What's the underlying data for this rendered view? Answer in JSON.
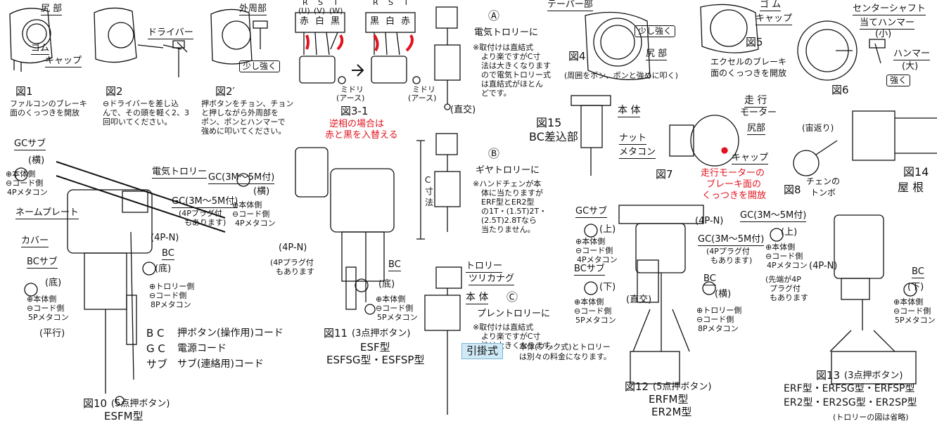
{
  "fig1": {
    "label": "図1",
    "lines": [
      "ファルコンのブレーキ",
      "面のくっつきを開放"
    ],
    "tag_back": "尻 部",
    "tag_rubber": "ゴム",
    "tag_cap": "キャップ"
  },
  "fig2": {
    "label": "図2",
    "lines": [
      "⊖ドライバーを差し込",
      "んで、その頭を軽く2、3",
      "回叩いてください。"
    ],
    "tag_driver": "ドライバー"
  },
  "fig2p": {
    "label": "図2′",
    "lines": [
      "押ボタンをチョン、チョン",
      "と押しながら外周部を",
      "ポン、ポンとハンマーで",
      "強めに叩いてください。"
    ],
    "tag_outer": "外周部",
    "tag_soft": "少し強く"
  },
  "fig3": {
    "label": "図3-1",
    "rst_left": [
      "R",
      "S",
      "T"
    ],
    "uvw": [
      "(U)",
      "(V)",
      "(W)"
    ],
    "colors_left": [
      "赤",
      "白",
      "黒"
    ],
    "rst_right": [
      "R",
      "S",
      "T"
    ],
    "colors_right": [
      "黒",
      "白",
      "赤"
    ],
    "earth1": "ミドリ",
    "earth2": "(アース)",
    "reverse": [
      "逆相の場合は",
      "赤と黒を入替える"
    ]
  },
  "fig4": {
    "label": "図4",
    "tag_taper": "テーパー部",
    "tag_soft": "少し強く",
    "tag_back": "尻 部",
    "note": "(周囲をポン、ポンと強めに叩く)"
  },
  "fig5": {
    "label": "図5",
    "tag_rubber": "ゴ ム",
    "tag_cap": "キャップ",
    "lines": [
      "エクセルのブレーキ",
      "面のくっつきを開放"
    ]
  },
  "fig6": {
    "label": "図6",
    "tag_shaft": "センターシャフト",
    "tag_hammer_small": "当てハンマー",
    "small": "(小)",
    "tag_hammer": "ハンマー",
    "large": "(大)",
    "tag_strong": "強く"
  },
  "trolleyA": {
    "mark": "Ⓐ",
    "title": "電気トロリーに",
    "lines": [
      "※取付けは直結式",
      "より楽ですがC寸",
      "法は大きくなります",
      "ので電気トロリー式",
      "は直結式がほとん",
      "どです。"
    ],
    "direct": "(直交)"
  },
  "trolleyB": {
    "mark": "Ⓑ",
    "title": "ギヤトロリーに",
    "lines": [
      "※ハンドチェンが本",
      "体に当たりますが",
      "ERF型とER2型",
      "の1T・(1.5T)2T・",
      "(2.5T)2.8Tなら",
      "当たりません。"
    ],
    "c_dim": [
      "C",
      "寸",
      "法"
    ]
  },
  "trolleyC": {
    "mark": "Ⓒ",
    "title": "プレントロリーに",
    "lines": [
      "※取付けは直結式",
      "より楽ですがC寸",
      "法は大きくなります。"
    ],
    "tag_trolley": "トロリー",
    "tag_hanger": "ツリカナグ",
    "tag_body": "本 体"
  },
  "hikikake": {
    "badge": "引掛式",
    "lines": [
      "本体(フック式)とトロリー",
      "は別々の料金になります。"
    ]
  },
  "fig15": {
    "label": "図15",
    "sub": "BC差込部",
    "tag_body": "本 体",
    "tag_nut": "ナット",
    "tag_metacon": "メタコン"
  },
  "fig7": {
    "label": "図7",
    "tag_travel": "走 行",
    "tag_motor": "モーター",
    "tag_back": "尻部",
    "tag_cap": "キャップ",
    "red": [
      "走行モーターの",
      "ブレーキ面の",
      "くっつきを開放"
    ]
  },
  "fig8": {
    "label": "図8",
    "sub1": "チェンの",
    "sub2": "トンボ",
    "note": "(宙返り)"
  },
  "fig14": {
    "label": "図14",
    "sub": "屋 根"
  },
  "fig10": {
    "label": "図10",
    "sub": "(5点押ボタン)",
    "model": "ESFM型",
    "gc_sub": "GCサブ",
    "horiz": "(横)",
    "plus_body": "⊕本体側",
    "minus_cord": "⊖コード側",
    "m4": "4Pメタコン",
    "e_trolley": "電気トロリー",
    "gc": "GC(3M～5M付)",
    "plug4_1": "(4Pプラグ付",
    "plug4_2": "もあります)",
    "nameplate": "ネームプレート",
    "cover": "カバー",
    "p4n": "(4P-N)",
    "bc": "BC",
    "bottom": "(底)",
    "plus_trolley": "⊕トロリー側",
    "m8": "8Pメタコン",
    "bc_sub": "BCサブ",
    "m5": "5Pメタコン",
    "parallel": "(平行)",
    "legend": [
      [
        "B C",
        "押ボタン(操作用)コード"
      ],
      [
        "G C",
        "電源コード"
      ],
      [
        "サブ",
        "サブ(連絡用)コード"
      ]
    ]
  },
  "fig11": {
    "label": "図11",
    "sub": "(3点押ボタン)",
    "model": "ESF型",
    "model2": "ESFSG型・ESFSP型",
    "gc": "GC(3M～5M付)",
    "horiz": "(横)",
    "plus_body": "⊕本体側",
    "minus_cord": "⊖コード側",
    "m4": "4Pメタコン",
    "p4n": "(4P-N)",
    "plug4_1": "(4Pプラグ付",
    "plug4_2": "もあります",
    "bc": "BC",
    "bottom": "(底)",
    "m5": "5Pメタコン"
  },
  "fig12": {
    "label": "図12",
    "sub": "(5点押ボタン)",
    "model": "ERFM型",
    "model2": "ER2M型",
    "gc_sub": "GCサブ",
    "up": "(上)",
    "plus_body": "⊕本体側",
    "minus_cord": "⊖コード側",
    "m4": "4Pメタコン",
    "p4n": "(4P-N)",
    "gc": "GC(3M～5M付)",
    "plug4_1": "(4Pプラグ付",
    "plug4_2": "もあります)",
    "bc_sub": "BCサブ",
    "down": "(下)",
    "m5": "5Pメタコン",
    "direct": "(直交)",
    "bc": "BC",
    "horiz": "(横)",
    "plus_trolley": "⊕トロリー側",
    "m8": "8Pメタコン"
  },
  "fig13": {
    "label": "図13",
    "sub": "(3点押ボタン)",
    "models1": "ERF型・ERFSG型・ERFSP型",
    "models2": "ER2型・ER2SG型・ER2SP型",
    "note": "(トロリーの図は省略)",
    "gc": "GC(3M～5M付)",
    "up": "(上)",
    "plus_body": "⊕本体側",
    "minus_cord": "⊖コード側",
    "m4": "4Pメタコン",
    "p4n": "(4P-N)",
    "tip1": "(先端が4P",
    "tip2": "プラグ付",
    "tip3": "もあります",
    "bc": "BC",
    "down": "(下)",
    "m5": "5Pメタコン"
  },
  "colors": {
    "red": "#e0141e",
    "badge": "#cfeaf6",
    "ink": "#111111"
  }
}
